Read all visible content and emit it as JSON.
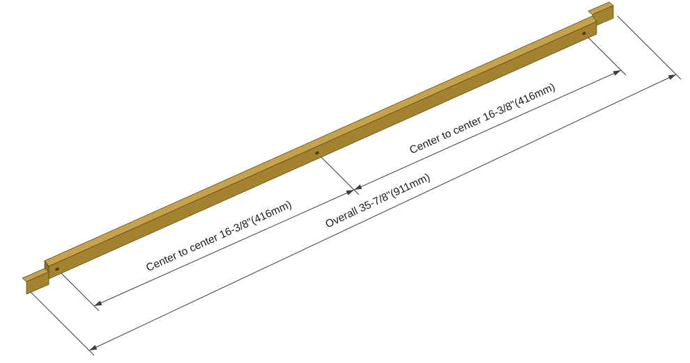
{
  "drawing": {
    "dimensions": {
      "center_left": {
        "label": "Center to center 16-3/8\"(416mm)"
      },
      "center_right": {
        "label": "Center to center 16-3/8\"(416mm)"
      },
      "overall": {
        "label": "Overall 35-7/8\"(911mm)"
      }
    }
  },
  "colors": {
    "brass_top": "#c6a24c",
    "brass_front": "#a3832f",
    "brass_end": "#8a6d27",
    "hole": "#4f3f10",
    "outline": "#5d4b18",
    "dim_line": "#3d3d3d",
    "label_text": "#1c1c1c",
    "background": "#ffffff"
  }
}
